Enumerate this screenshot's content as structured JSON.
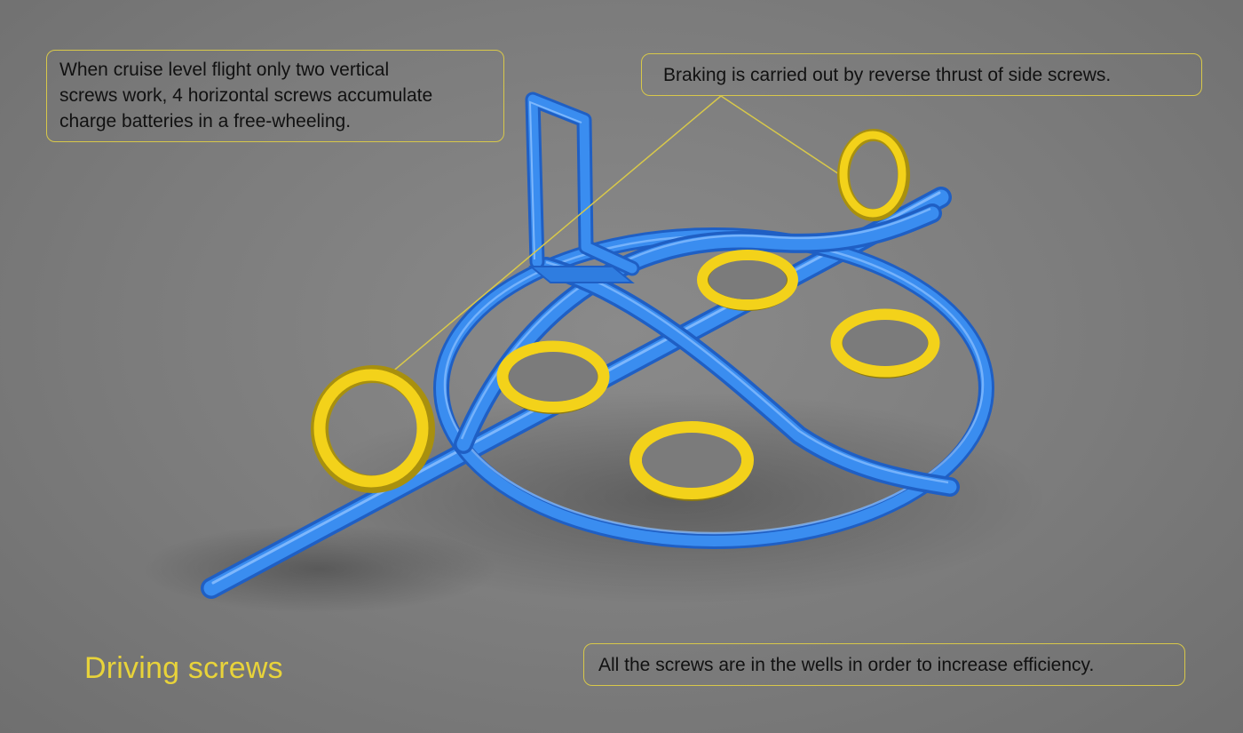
{
  "callouts": {
    "cruise": "When cruise level flight only two vertical\nscrews work, 4 horizontal screws accumulate\ncharge batteries in a free-wheeling.",
    "braking": "Braking is carried out by reverse thrust of side screws.",
    "wells": "All the screws are in the wells in order to increase efficiency."
  },
  "caption": "Driving screws",
  "colors": {
    "frame": "#3a8df0",
    "screw": "#f3d21a",
    "leader_line": "#d8c84a",
    "caption": "#e8d33a",
    "background": "#7f7f7f"
  }
}
